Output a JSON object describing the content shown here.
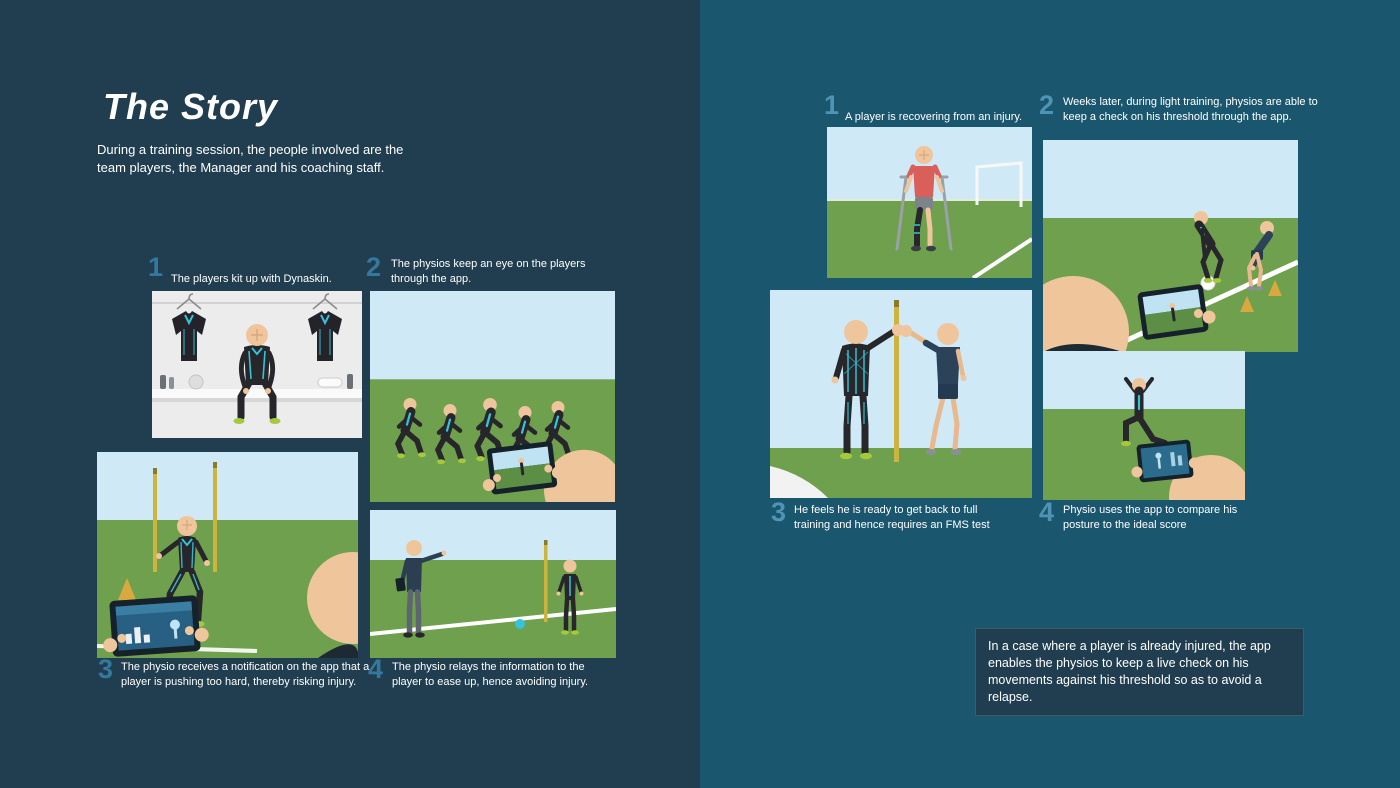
{
  "page": {
    "title": "The Story",
    "subtitle": "During a training session, the people involved are the team players, the Manager and his coaching staff."
  },
  "left": {
    "steps": [
      {
        "num": "1",
        "caption": "The players kit up with Dynaskin."
      },
      {
        "num": "2",
        "caption": "The physios keep an eye on the players through the app."
      },
      {
        "num": "3",
        "caption": "The physio receives a notification on the app that a player is pushing too hard, thereby risking injury."
      },
      {
        "num": "4",
        "caption": "The physio relays the information to the player to ease up, hence avoiding injury."
      }
    ]
  },
  "right": {
    "steps": [
      {
        "num": "1",
        "caption": "A player is recovering from an injury."
      },
      {
        "num": "2",
        "caption": "Weeks later, during light training, physios are able to keep a check on his threshold through the app."
      },
      {
        "num": "3",
        "caption": "He feels he is ready to get back to full training and hence requires an FMS test"
      },
      {
        "num": "4",
        "caption": "Physio uses the app to compare his posture to the ideal score"
      }
    ],
    "callout": "In a case where a player is already injured, the app enables the physios to keep a live check on his movements against his threshold so as to avoid a relapse."
  },
  "colors": {
    "left_background": "#203e4f",
    "right_background": "#1a566e",
    "step_number_accent_left": "#34789e",
    "step_number_accent_right": "#4f93b5",
    "text": "#ffffff",
    "callout_background": "#203e4f",
    "suit_accent_cyan": "#35c4d7",
    "grass": "#6fa04e",
    "sky": "#cfeaf6"
  }
}
